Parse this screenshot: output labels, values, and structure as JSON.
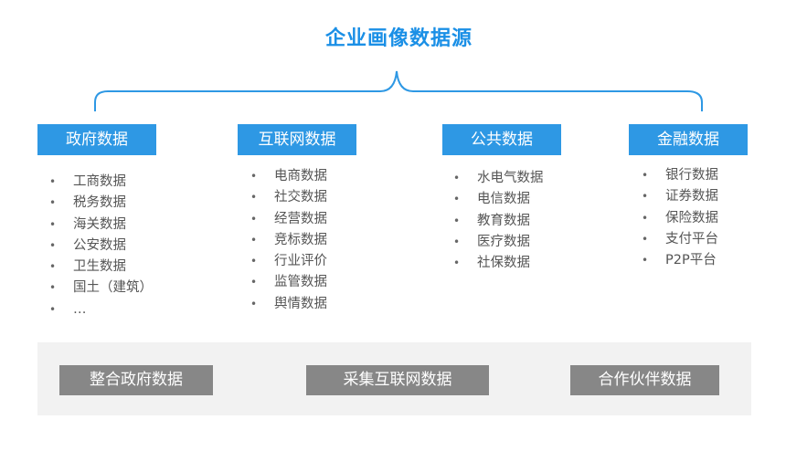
{
  "title": "企业画像数据源",
  "categories": [
    {
      "label": "政府数据",
      "items": [
        "工商数据",
        "税务数据",
        "海关数据",
        "公安数据",
        "卫生数据",
        "国土（建筑）",
        "…"
      ]
    },
    {
      "label": "互联网数据",
      "items": [
        "电商数据",
        "社交数据",
        "经营数据",
        "竞标数据",
        "行业评价",
        "监管数据",
        "舆情数据"
      ]
    },
    {
      "label": "公共数据",
      "items": [
        "水电气数据",
        "电信数据",
        "教育数据",
        "医疗数据",
        "社保数据"
      ]
    },
    {
      "label": "金融数据",
      "items": [
        "银行数据",
        "证券数据",
        "保险数据",
        "支付平台",
        "P2P平台"
      ]
    }
  ],
  "sources": [
    "整合政府数据",
    "采集互联网数据",
    "合作伙伴数据"
  ],
  "colors": {
    "accent": "#1a8fe6",
    "category_bg": "#2e98e4",
    "source_bg": "#878787",
    "base_bg": "#f2f2f2"
  }
}
